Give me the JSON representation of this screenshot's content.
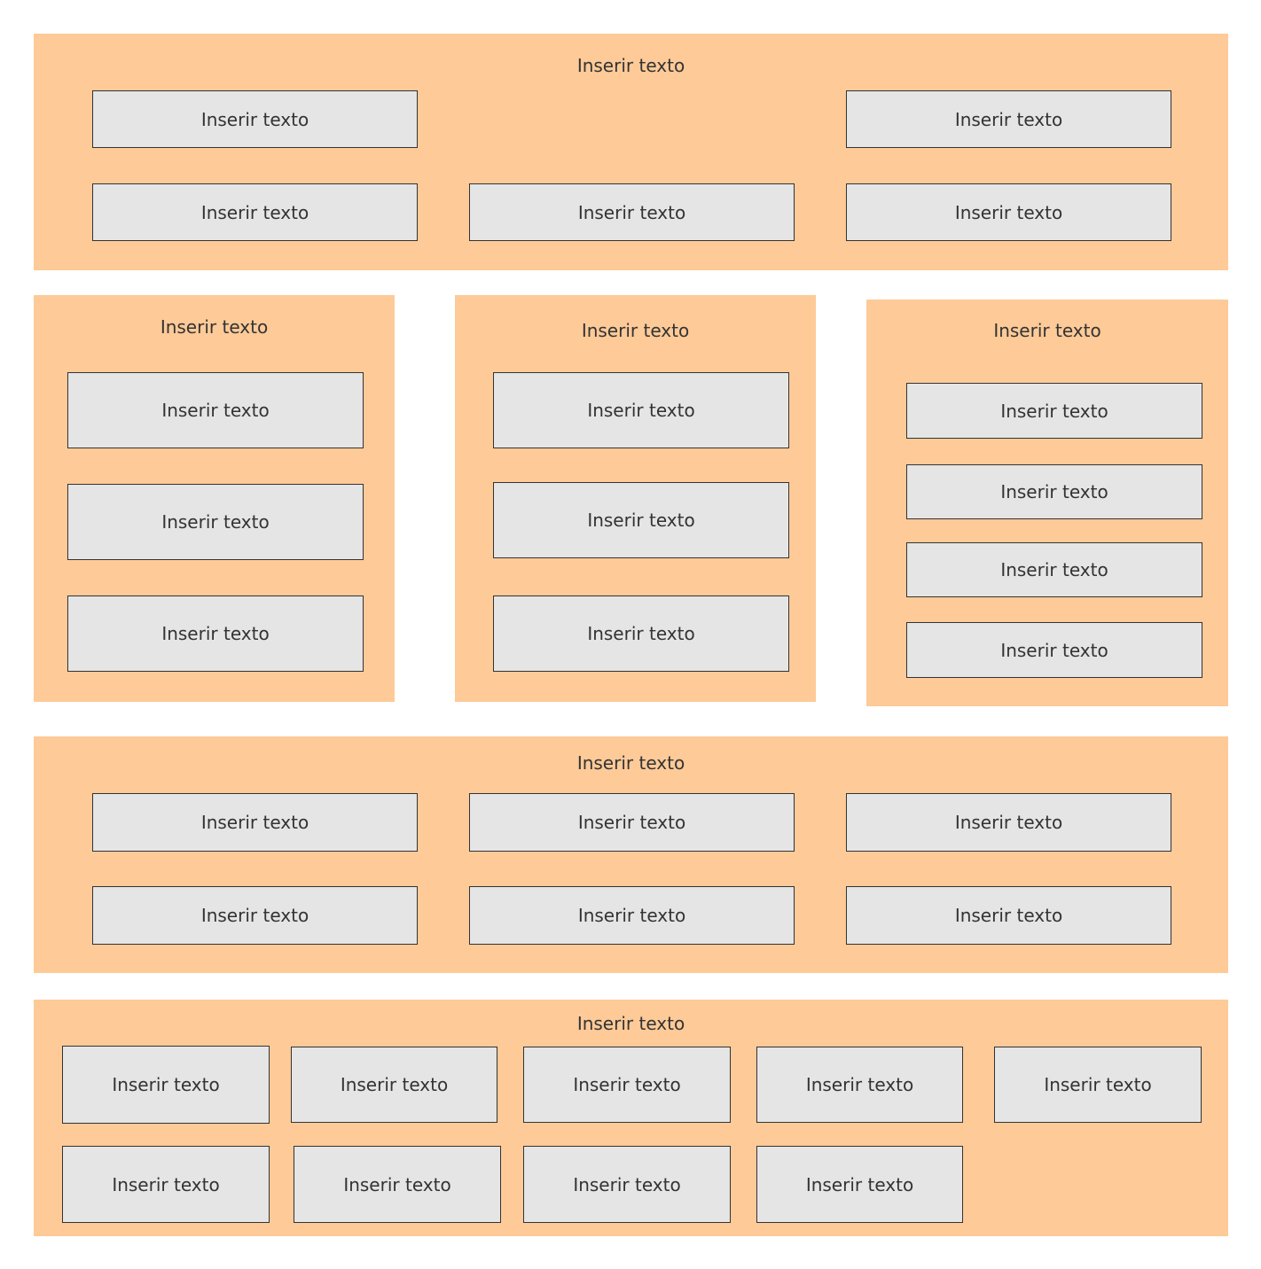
{
  "colors": {
    "panel_fill": "#fdca98",
    "box_fill": "#e5e5e5",
    "box_border": "#333333",
    "text": "#333333"
  },
  "panels": [
    {
      "title": "Inserir texto",
      "boxes": [
        "Inserir texto",
        "Inserir texto",
        "Inserir texto",
        "Inserir texto",
        "Inserir texto"
      ]
    },
    {
      "title": "Inserir texto",
      "boxes": [
        "Inserir texto",
        "Inserir texto",
        "Inserir texto"
      ]
    },
    {
      "title": "Inserir texto",
      "boxes": [
        "Inserir texto",
        "Inserir texto",
        "Inserir texto"
      ]
    },
    {
      "title": "Inserir texto",
      "boxes": [
        "Inserir texto",
        "Inserir texto",
        "Inserir texto",
        "Inserir texto"
      ]
    },
    {
      "title": "Inserir texto",
      "boxes": [
        "Inserir texto",
        "Inserir texto",
        "Inserir texto",
        "Inserir texto",
        "Inserir texto",
        "Inserir texto"
      ]
    },
    {
      "title": "Inserir texto",
      "boxes": [
        "Inserir texto",
        "Inserir texto",
        "Inserir texto",
        "Inserir texto",
        "Inserir texto",
        "Inserir texto",
        "Inserir texto",
        "Inserir texto",
        "Inserir texto"
      ]
    }
  ]
}
